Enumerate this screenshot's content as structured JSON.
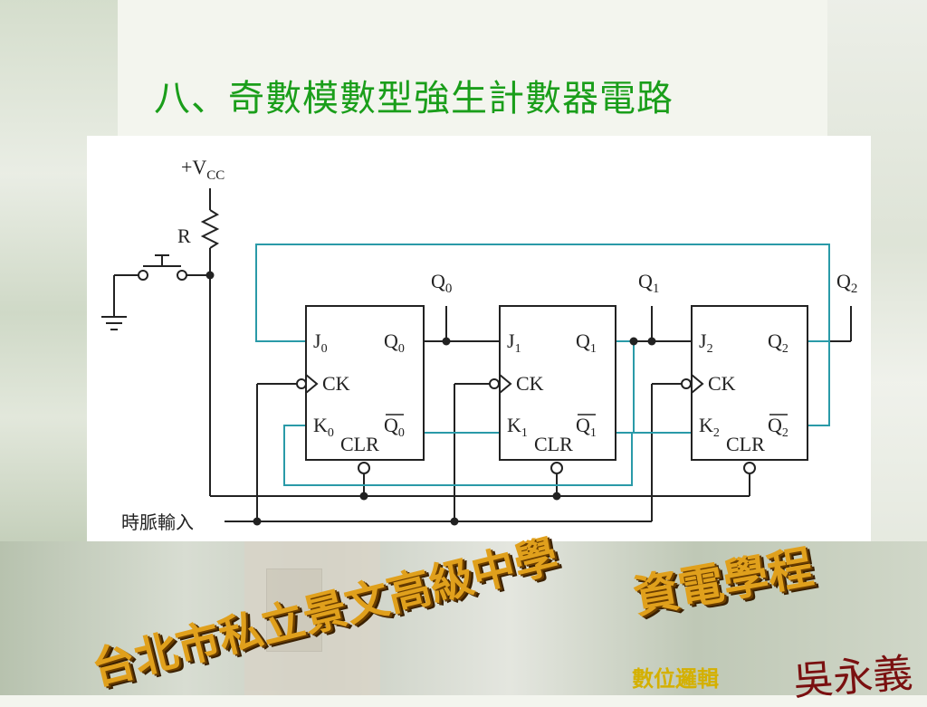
{
  "slide": {
    "title": "八、奇數模數型強生計數器電路",
    "banner_school": "台北市私立景文高級中學",
    "banner_dept": "資電學程",
    "course": "數位邏輯",
    "author": "吳永義"
  },
  "diagram": {
    "vcc_label": "+V",
    "vcc_sub": "CC",
    "resistor_label": "R",
    "clock_label": "時脈輸入",
    "wire_color_black": "#222222",
    "wire_color_feedback": "#2a9aa8",
    "outputs": [
      {
        "main": "Q",
        "sub": "0"
      },
      {
        "main": "Q",
        "sub": "1"
      },
      {
        "main": "Q",
        "sub": "2"
      }
    ],
    "flipflops": [
      {
        "j": "J",
        "j_sub": "0",
        "q": "Q",
        "q_sub": "0",
        "ck": "CK",
        "k": "K",
        "k_sub": "0",
        "qbar": "Q",
        "qbar_sub": "0",
        "clr": "CLR"
      },
      {
        "j": "J",
        "j_sub": "1",
        "q": "Q",
        "q_sub": "1",
        "ck": "CK",
        "k": "K",
        "k_sub": "1",
        "qbar": "Q",
        "qbar_sub": "1",
        "clr": "CLR"
      },
      {
        "j": "J",
        "j_sub": "2",
        "q": "Q",
        "q_sub": "2",
        "ck": "CK",
        "k": "K",
        "k_sub": "2",
        "qbar": "Q",
        "qbar_sub": "2",
        "clr": "CLR"
      }
    ]
  }
}
